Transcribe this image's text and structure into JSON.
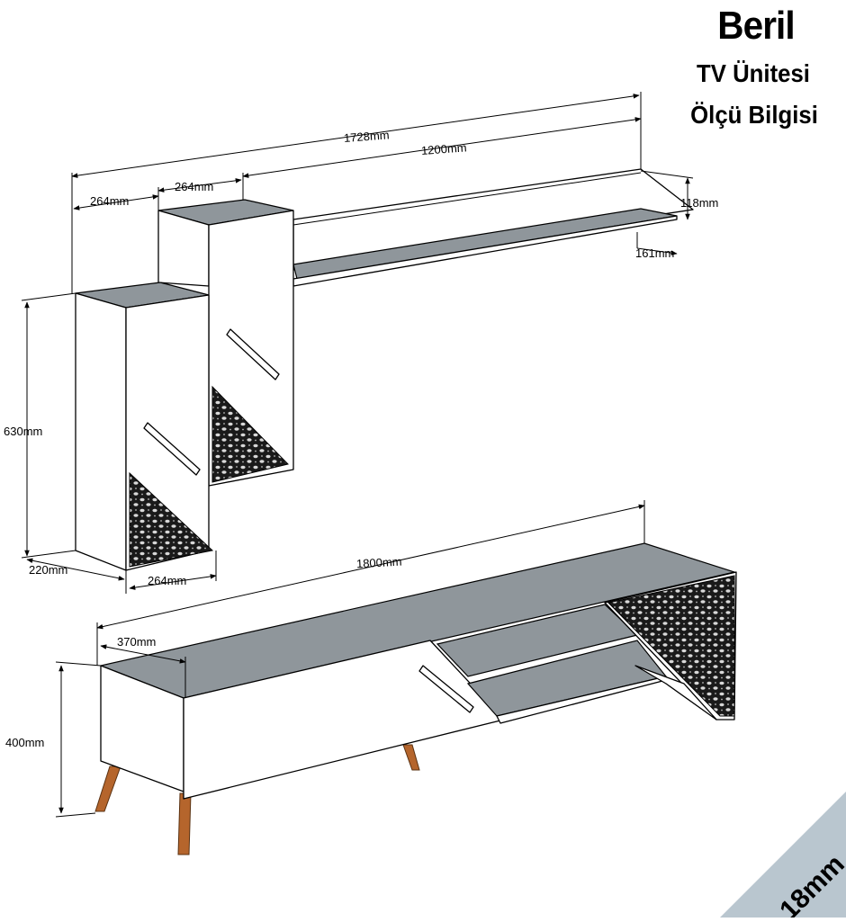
{
  "title": {
    "line1": "Beril",
    "line2": "TV Ünitesi",
    "line3": "Ölçü Bilgisi"
  },
  "dimensions": {
    "total_width": "1728mm",
    "shelf_width": "1200mm",
    "cabinet_left_width": "264mm",
    "cabinet_right_width": "264mm",
    "shelf_height": "118mm",
    "shelf_depth": "161mm",
    "wall_cabinet_height": "630mm",
    "wall_cabinet_depth": "220mm",
    "wall_cabinet_front": "264mm",
    "tv_unit_width": "1800mm",
    "tv_unit_depth": "370mm",
    "tv_unit_height": "400mm"
  },
  "thickness_badge": "18mm",
  "colors": {
    "panel_top": "#8f969b",
    "leg_wood": "#b5652c",
    "badge": "#b9c6cf"
  }
}
